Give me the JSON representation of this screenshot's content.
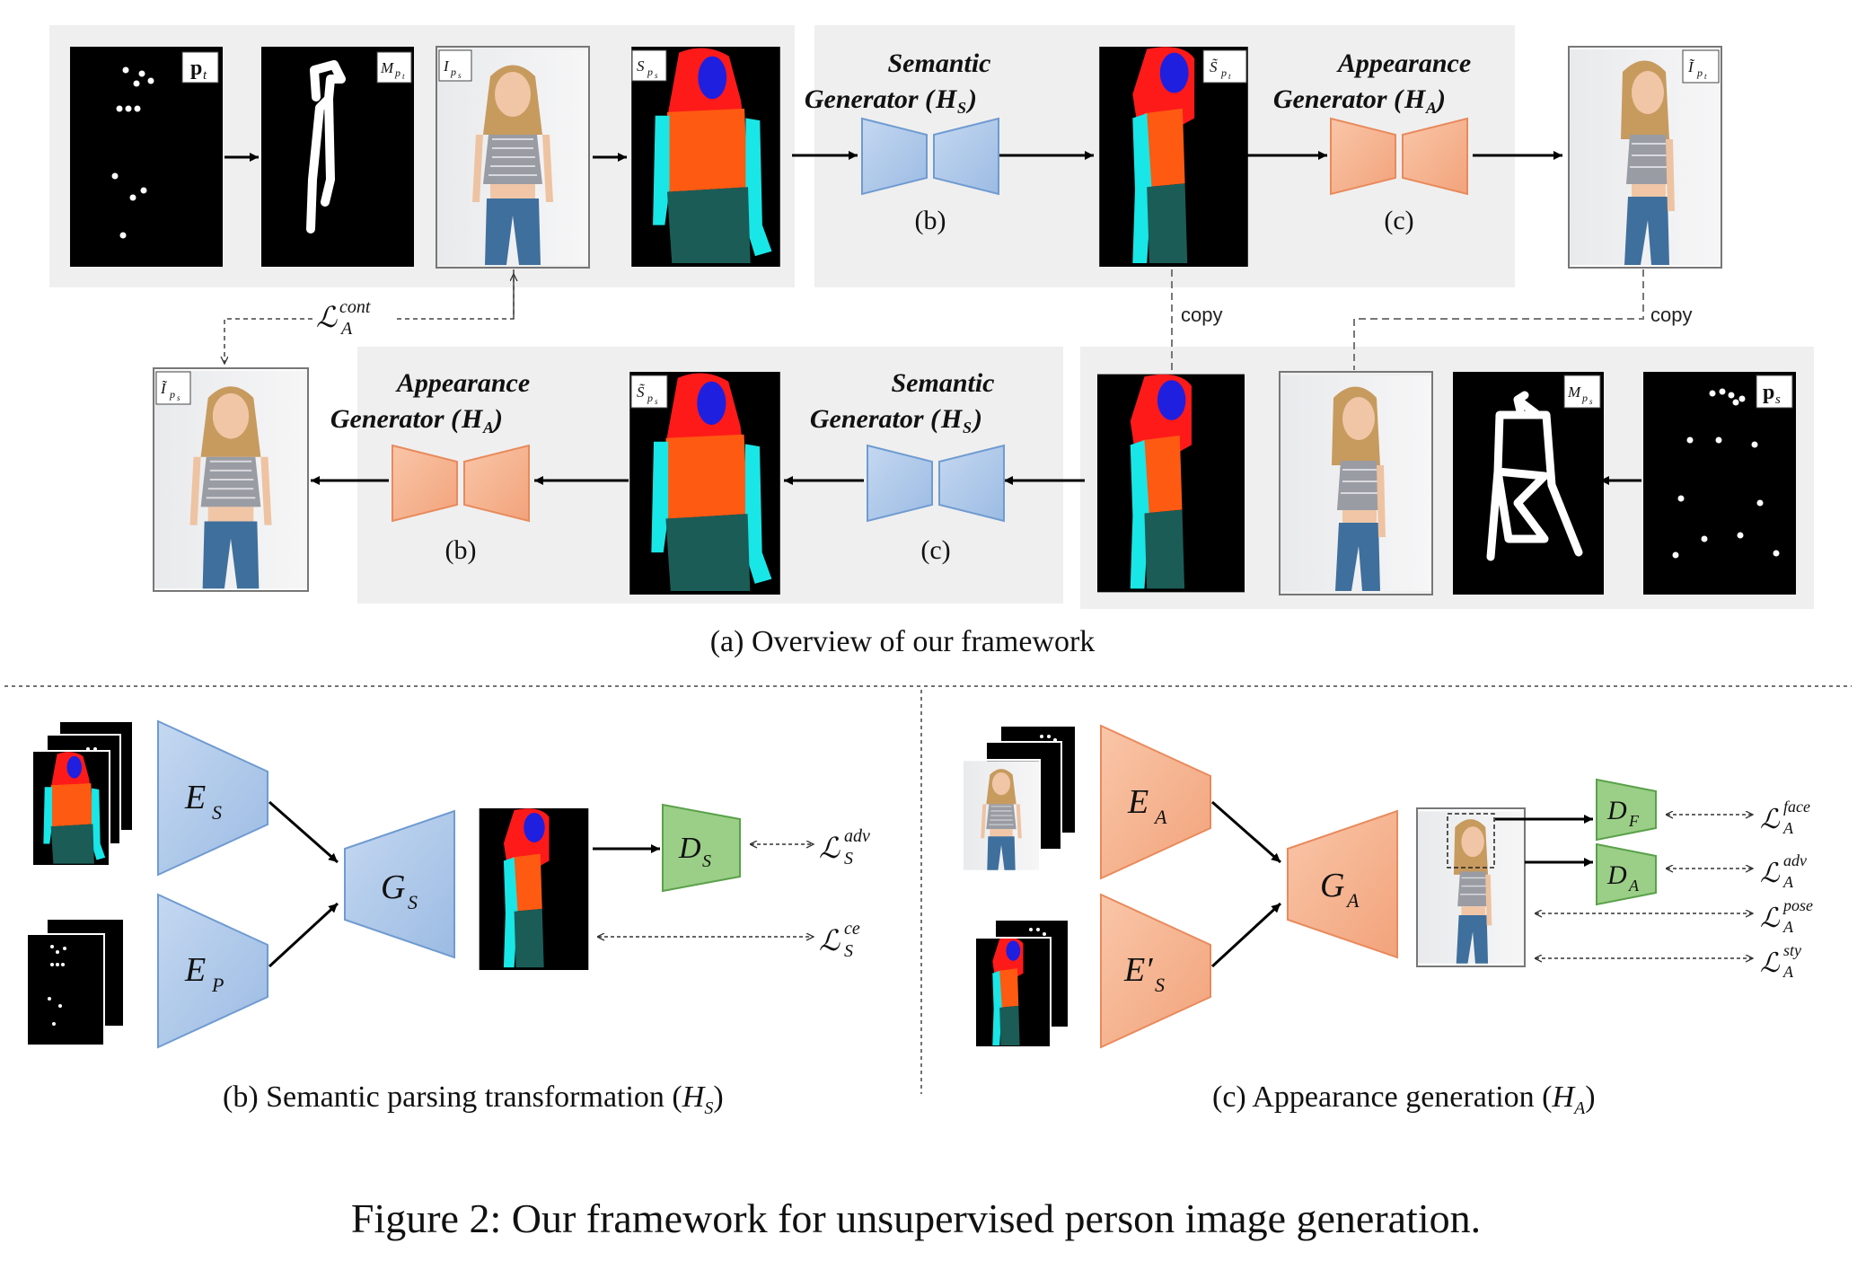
{
  "panel_a": {
    "caption": "(a) Overview of our framework",
    "top_row": {
      "pt_label": "p",
      "pt_sub": "t",
      "mpt_label": "M",
      "mpt_sub": "p",
      "mpt_subsub": "t",
      "ips_label": "I",
      "ips_sub": "p",
      "ips_subsub": "s",
      "sps_label": "S",
      "sps_sub": "p",
      "sps_subsub": "s",
      "semantic_title_1": "Semantic",
      "semantic_title_2": "Generator (",
      "semantic_H": "H",
      "semantic_Hsub": "S",
      "semantic_close": ")",
      "semantic_tag": "(b)",
      "spt_label": "S̃",
      "spt_sub": "p",
      "spt_subsub": "t",
      "appearance_title_1": "Appearance",
      "appearance_title_2": "Generator (",
      "appearance_H": "H",
      "appearance_Hsub": "A",
      "appearance_close": ")",
      "appearance_tag": "(c)",
      "ipt_label": "Ĩ",
      "ipt_sub": "p",
      "ipt_subsub": "t"
    },
    "loss_cont": {
      "L": "ℒ",
      "sup": "cont",
      "sub": "A"
    },
    "copy_label_1": "copy",
    "copy_label_2": "copy",
    "bottom_row": {
      "ips_out_label": "Ĩ",
      "ips_out_sub": "p",
      "ips_out_subsub": "s",
      "appearance_title_1": "Appearance",
      "appearance_title_2": "Generator (",
      "appearance_H": "H",
      "appearance_Hsub": "A",
      "appearance_close": ")",
      "appearance_tag": "(b)",
      "sps_label": "S̃",
      "sps_sub": "p",
      "sps_subsub": "s",
      "semantic_title_1": "Semantic",
      "semantic_title_2": "Generator (",
      "semantic_H": "H",
      "semantic_Hsub": "S",
      "semantic_close": ")",
      "semantic_tag": "(c)",
      "mps_label": "M",
      "mps_sub": "p",
      "mps_subsub": "s",
      "ps_label": "p",
      "ps_sub": "s"
    }
  },
  "panel_b": {
    "caption_pre": "(b) Semantic parsing transformation (",
    "caption_H": "H",
    "caption_Hsub": "S",
    "caption_post": ")",
    "es_label": "E",
    "es_sub": "S",
    "ep_label": "E",
    "ep_sub": "P",
    "gs_label": "G",
    "gs_sub": "S",
    "ds_label": "D",
    "ds_sub": "S",
    "loss_adv": {
      "L": "ℒ",
      "sup": "adv",
      "sub": "S"
    },
    "loss_ce": {
      "L": "ℒ",
      "sup": "ce",
      "sub": "S"
    }
  },
  "panel_c": {
    "caption_pre": "(c) Appearance generation (",
    "caption_H": "H",
    "caption_Hsub": "A",
    "caption_post": ")",
    "ea_label": "E",
    "ea_sub": "A",
    "es_label": "E′",
    "es_sub": "S",
    "ga_label": "G",
    "ga_sub": "A",
    "df_label": "D",
    "df_sub": "F",
    "da_label": "D",
    "da_sub": "A",
    "loss_face": {
      "L": "ℒ",
      "sup": "face",
      "sub": "A"
    },
    "loss_adv": {
      "L": "ℒ",
      "sup": "adv",
      "sub": "A"
    },
    "loss_pose": {
      "L": "ℒ",
      "sup": "pose",
      "sub": "A"
    },
    "loss_sty": {
      "L": "ℒ",
      "sup": "sty",
      "sub": "A"
    }
  },
  "figure_caption": "Figure 2: Our framework for unsupervised person image generation.",
  "colors": {
    "blue_fill": "#a9c4e6",
    "blue_stroke": "#6f9bd1",
    "orange_fill": "#f5b08c",
    "orange_stroke": "#e98a5c",
    "green_fill": "#9bcf87",
    "green_stroke": "#5aa14a",
    "panel_gray": "#efefef",
    "parse_red": "#ff1a1a",
    "parse_blue": "#1f1fe0",
    "parse_orange": "#ff5a12",
    "parse_cyan": "#19e6e6",
    "parse_teal": "#1b5c57"
  },
  "icons": [
    "person-photo-icon",
    "pose-keypoints-icon",
    "pose-mask-icon",
    "semantic-map-icon",
    "generator-icon",
    "discriminator-icon"
  ]
}
